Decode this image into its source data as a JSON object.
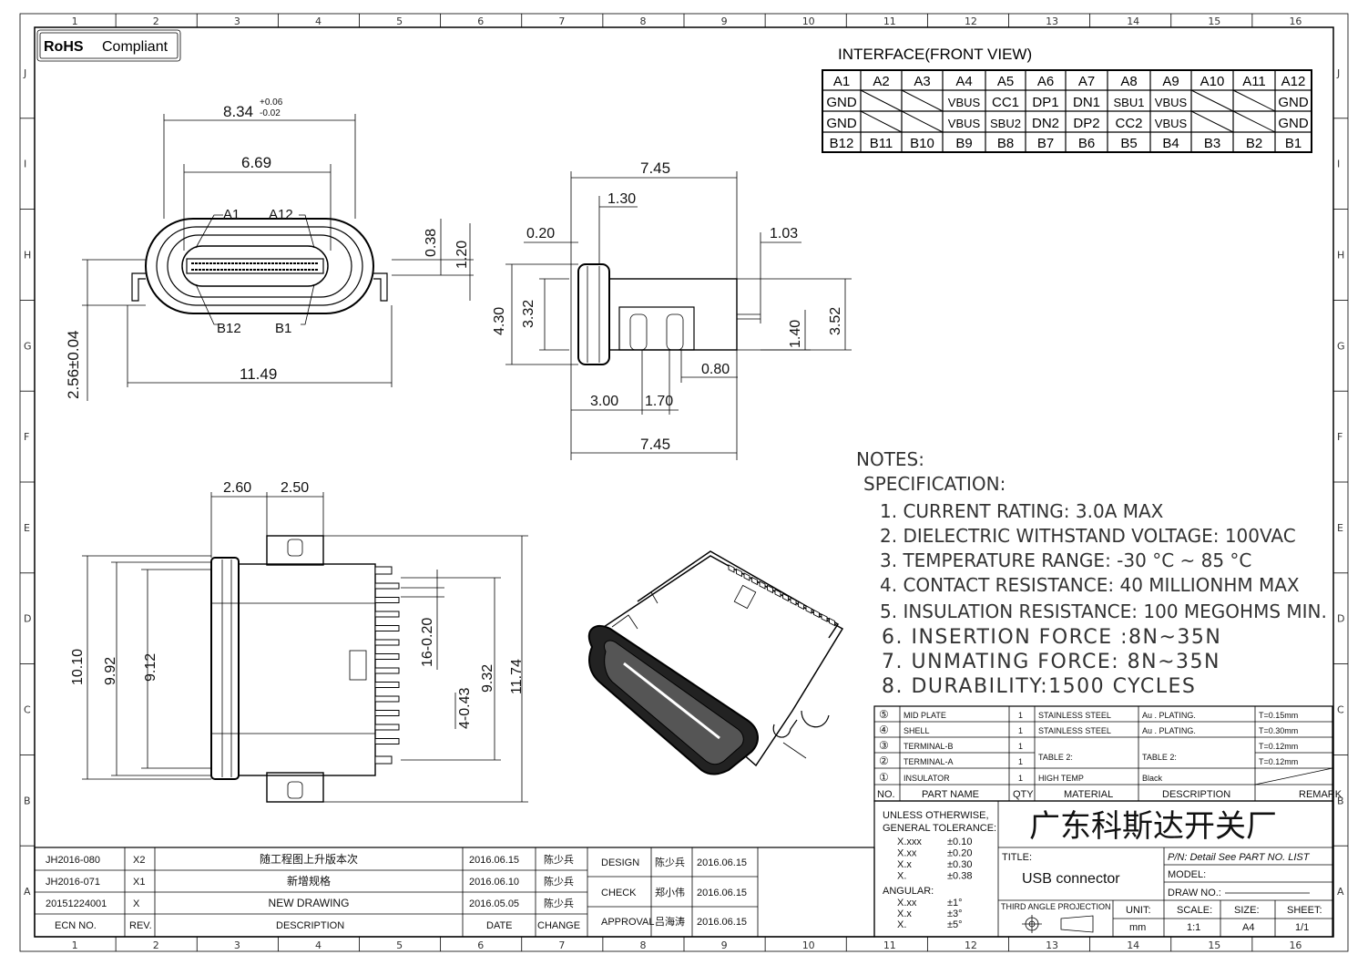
{
  "border": {
    "cols": [
      "1",
      "2",
      "3",
      "4",
      "5",
      "6",
      "7",
      "8",
      "9",
      "10",
      "11",
      "12",
      "13",
      "14",
      "15",
      "16"
    ],
    "rows": [
      "J",
      "I",
      "H",
      "G",
      "F",
      "E",
      "D",
      "C",
      "B",
      "A"
    ]
  },
  "rohs": "RoHS",
  "rohs_tail": "Compliant",
  "interface": {
    "title": "INTERFACE(FRONT  VIEW)",
    "top": [
      "A1",
      "A2",
      "A3",
      "A4",
      "A5",
      "A6",
      "A7",
      "A8",
      "A9",
      "A10",
      "A11",
      "A12"
    ],
    "rowA": [
      "GND",
      "",
      "",
      "VBUS",
      "CC1",
      "DP1",
      "DN1",
      "SBU1",
      "VBUS",
      "",
      "",
      "GND"
    ],
    "rowB": [
      "GND",
      "",
      "",
      "VBUS",
      "SBU2",
      "DN2",
      "DP2",
      "CC2",
      "VBUS",
      "",
      "",
      "GND"
    ],
    "bottom": [
      "B12",
      "B11",
      "B10",
      "B9",
      "B8",
      "B7",
      "B6",
      "B5",
      "B4",
      "B3",
      "B2",
      "B1"
    ]
  },
  "front_view": {
    "w_top": "8.34",
    "tol_plus": "+0.06",
    "tol_minus": "-0.02",
    "w_inner": "6.69",
    "a1": "A1",
    "a12": "A12",
    "b12": "B12",
    "b1": "B1",
    "w_total": "11.49",
    "h_side": "2.56±0.04",
    "d038": "0.38",
    "d120": "1.20"
  },
  "side_view": {
    "len_top": "7.45",
    "d130": "1.30",
    "d020": "0.20",
    "d103": "1.03",
    "d430": "4.30",
    "d332": "3.32",
    "d352": "3.52",
    "d140": "1.40",
    "d080": "0.80",
    "d300": "3.00",
    "d170": "1.70",
    "len_bot": "7.45"
  },
  "top_view": {
    "d260": "2.60",
    "d250": "2.50",
    "d1010": "10.10",
    "d992": "9.92",
    "d912": "9.12",
    "d1620": "16-0.20",
    "d443": "4-0.43",
    "d932": "9.32",
    "d1174": "11.74"
  },
  "notes": {
    "head": "NOTES:",
    "spec": "SPECIFICATION:",
    "items": [
      "1. CURRENT RATING: 3.0A MAX",
      "2. DIELECTRIC WITHSTAND VOLTAGE: 100VAC",
      "3. TEMPERATURE RANGE: -30 °C ~ 85 °C",
      "4. CONTACT RESISTANCE: 40 MILLIONHM MAX",
      "5. INSULATION RESISTANCE: 100 MEGOHMS MIN.",
      "6. INSERTION FORCE :8N~35N",
      "7. UNMATING FORCE: 8N~35N",
      "8. DURABILITY:1500 CYCLES"
    ]
  },
  "bom": {
    "rows": [
      {
        "no": "⑤",
        "name": "MID PLATE",
        "qty": "1",
        "material": "STAINLESS STEEL",
        "desc": "Au . PLATING.",
        "remark": "T=0.15mm"
      },
      {
        "no": "④",
        "name": "SHELL",
        "qty": "1",
        "material": "STAINLESS STEEL",
        "desc": "Au . PLATING.",
        "remark": "T=0.30mm"
      },
      {
        "no": "③",
        "name": "TERMINAL-B",
        "qty": "1",
        "material": "TABLE 2:",
        "desc": "TABLE 2:",
        "remark": "T=0.12mm"
      },
      {
        "no": "②",
        "name": "TERMINAL-A",
        "qty": "1",
        "material": "",
        "desc": "",
        "remark": "T=0.12mm"
      },
      {
        "no": "①",
        "name": "INSULATOR",
        "qty": "1",
        "material": "HIGH TEMP",
        "desc": "Black",
        "remark": ""
      }
    ],
    "header": {
      "no": "NO.",
      "name": "PART NAME",
      "qty": "QTY",
      "material": "MATERIAL",
      "desc": "DESCRIPTION",
      "remark": "REMARK"
    }
  },
  "tolerance": {
    "line1": "UNLESS OTHERWISE,",
    "line2": "GENERAL TOLERANCE:",
    "rows": [
      [
        "X.xxx",
        "±0.10"
      ],
      [
        "X.xx",
        "±0.20"
      ],
      [
        "X.x",
        "±0.30"
      ],
      [
        "X.",
        "±0.38"
      ]
    ],
    "angular": "ANGULAR:",
    "arows": [
      [
        "X.xx",
        "±1°"
      ],
      [
        "X.x",
        "±3°"
      ],
      [
        "X.",
        "±5°"
      ]
    ]
  },
  "company": "广东科斯达开关厂",
  "title_label": "TITLE:",
  "title_value": "USB connector",
  "pn": "P/N: Detail  See  PART  NO.  LIST",
  "model": "MODEL:",
  "draw_no": "DRAW  NO.:",
  "projection": "THIRD ANGLE PROJECTION",
  "unit_label": "UNIT:",
  "unit": "mm",
  "scale_label": "SCALE:",
  "scale": "1:1",
  "size_label": "SIZE:",
  "size": "A4",
  "sheet_label": "SHEET:",
  "sheet": "1/1",
  "revisions": [
    {
      "ecn": "JH2016-080",
      "rev": "X2",
      "desc": "随工程图上升版本次",
      "date": "2016.06.15",
      "change": "陈少兵"
    },
    {
      "ecn": "JH2016-071",
      "rev": "X1",
      "desc": "新增规格",
      "date": "2016.06.10",
      "change": "陈少兵"
    },
    {
      "ecn": "20151224001",
      "rev": "X",
      "desc": "NEW DRAWING",
      "date": "2016.05.05",
      "change": "陈少兵"
    }
  ],
  "rev_header": {
    "ecn": "ECN NO.",
    "rev": "REV.",
    "desc": "DESCRIPTION",
    "date": "DATE",
    "change": "CHANGE"
  },
  "signoff": [
    {
      "role": "DESIGN",
      "name": "陈少兵",
      "date": "2016.06.15"
    },
    {
      "role": "CHECK",
      "name": "郑小伟",
      "date": "2016.06.15"
    },
    {
      "role": "APPROVAL",
      "name": "吕海涛",
      "date": "2016.06.15"
    }
  ]
}
